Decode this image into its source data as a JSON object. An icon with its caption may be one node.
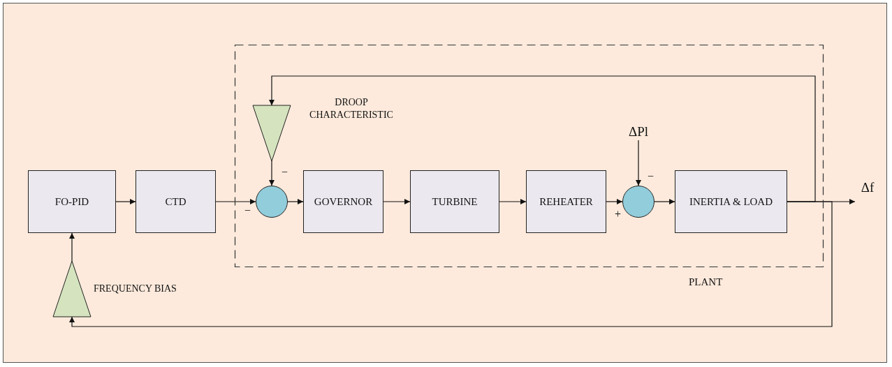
{
  "diagram": {
    "nodes": [
      {
        "text": [
          "FO-PID"
        ]
      },
      {
        "text": [
          "CTD"
        ]
      },
      {
        "text": [
          "PLANT"
        ]
      },
      {
        "text": [],
        "shape": "triangle",
        "in": 2,
        "beside": [
          "DROOP CHARACTERISTIC"
        ]
      },
      {
        "text": [],
        "shape": "circle",
        "in": 2
      },
      {
        "text": [
          "GOVERNOR"
        ],
        "in": 2
      },
      {
        "text": [
          "TURBINE"
        ],
        "in": 2
      },
      {
        "text": [
          "REHEATER"
        ],
        "in": 2
      },
      {
        "text": [],
        "shape": "circle",
        "in": 2
      },
      {
        "text": [
          "INERTIA & LOAD"
        ],
        "in": 2
      },
      {
        "text": [
          "ΔPl"
        ],
        "in": 2
      },
      {
        "text": [
          "Δf"
        ]
      },
      {
        "text": [],
        "shape": "triangle",
        "beside": [
          "FREQUENCY BIAS"
        ]
      }
    ],
    "edges": [
      {
        "from": 0,
        "to": 1,
        "arrow": "to"
      },
      {
        "from": 1,
        "to": 4,
        "arrow": "to"
      },
      {
        "from": 4,
        "to": 5,
        "arrow": "to"
      },
      {
        "from": 5,
        "to": 6,
        "arrow": "to"
      },
      {
        "from": 6,
        "to": 7,
        "arrow": "to"
      },
      {
        "from": 7,
        "to": 8,
        "arrow": "to"
      },
      {
        "from": 8,
        "to": 9,
        "arrow": "to"
      },
      {
        "from": 10,
        "to": 8,
        "arrow": "to"
      },
      {
        "from": 9,
        "to": 11,
        "arrow": "to"
      },
      {
        "from": 9,
        "to": 3,
        "arrow": "to"
      },
      {
        "from": 3,
        "to": 4,
        "arrow": "to"
      },
      {
        "from": 9,
        "to": 12,
        "arrow": "to"
      },
      {
        "from": 12,
        "to": 0,
        "arrow": "to"
      }
    ],
    "labels": [
      "−",
      "−",
      "−",
      "+"
    ]
  }
}
